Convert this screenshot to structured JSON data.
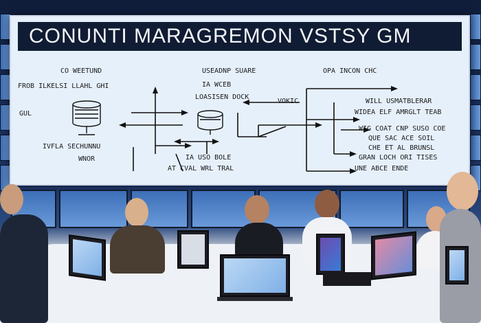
{
  "board": {
    "title": "CONUNTI MARAGREMON VSTSY GM",
    "notes": [
      "CO WEETUND",
      "FROB ILKELSI  LLAHL GHI",
      "GUL",
      "IVFLA SECHUNNU",
      "WNOR",
      "USEADNP SUARE",
      "IA WCEB",
      "LOASISEN DOCK",
      "VOKIC",
      "IA USO BOLE",
      "AT CVAL  WRL TRAL",
      "OPA INCON CHC",
      "WILL USMATBLERAR",
      "WIDEA ELF AMRGLT TEAB",
      "WIG COAT CNP SUSO COE",
      "QUE SAC ACE SOIL",
      "CHE ET AL BRUNSL",
      "GRAN LOCH ORI TISES",
      "UNE ABCE ENDE"
    ]
  },
  "colors": {
    "board_bg": "#e6f0fb",
    "title_bar": "#101c33",
    "monitor_blue": "#4f82c8",
    "room_dark": "#0f1d3a"
  }
}
